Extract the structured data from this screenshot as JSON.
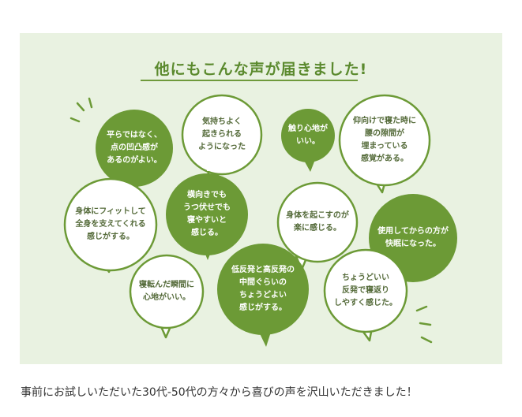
{
  "title": "他にもこんな声が届きました!",
  "caption": "事前にお試しいただいた30代-50代の方々から喜びの声を沢山いただきました！",
  "colors": {
    "dark_green": "#6c9a36",
    "border_green": "#6c9a36",
    "panel": "#e9f2e1"
  },
  "bubbles": [
    {
      "text": "平らではなく、\n点の凹凸感が\nあるのがよい。",
      "style": "dark"
    },
    {
      "text": "気持ちよく\n起きられる\nようになった",
      "style": "light"
    },
    {
      "text": "触り心地が\nいい。",
      "style": "dark"
    },
    {
      "text": "仰向けで寝た時に\n腰の隙間が\n埋まっている\n感覚がある。",
      "style": "light"
    },
    {
      "text": "身体にフィットして\n全身を支えてくれる\n感じがする。",
      "style": "light"
    },
    {
      "text": "横向きでも\nうつ伏せでも\n寝やすいと\n感じる。",
      "style": "dark"
    },
    {
      "text": "身体を起こすのが\n楽に感じる。",
      "style": "light"
    },
    {
      "text": "使用してからの方が\n快眠になった。",
      "style": "dark"
    },
    {
      "text": "寝転んだ瞬間に\n心地がいい。",
      "style": "light"
    },
    {
      "text": "低反発と高反発の\n中間ぐらいの\nちょうどよい\n感じがする。",
      "style": "dark"
    },
    {
      "text": "ちょうどいい\n反発で寝返り\nしやすく感じた。",
      "style": "light"
    }
  ]
}
